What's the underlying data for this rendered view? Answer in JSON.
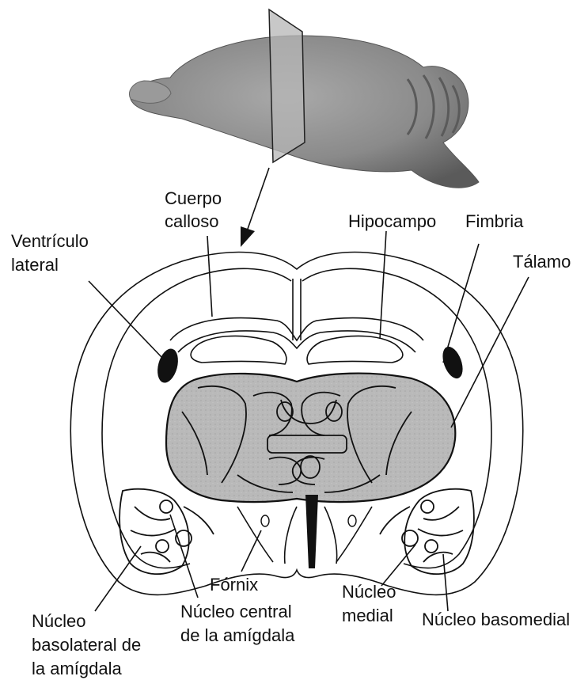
{
  "labels": {
    "cuerpo_calloso": [
      "Cuerpo",
      "calloso"
    ],
    "ventriculo_lateral": [
      "Ventrículo",
      "lateral"
    ],
    "hipocampo": "Hipocampo",
    "fimbria": "Fimbria",
    "talamo": "Tálamo",
    "fornix": "Fórnix",
    "nucleo_medial": [
      "Núcleo",
      "medial"
    ],
    "nucleo_basomedial": "Núcleo basomedial",
    "nucleo_central": [
      "Núcleo central",
      "de la amígdala"
    ],
    "nucleo_basolateral": [
      "Núcleo",
      "basolateral de",
      "la amígdala"
    ]
  },
  "colors": {
    "outline": "#111111",
    "thalamus_fill": "#b8b8b8",
    "brain_photo": "#8c8c8c",
    "ventricle": "#111111"
  }
}
